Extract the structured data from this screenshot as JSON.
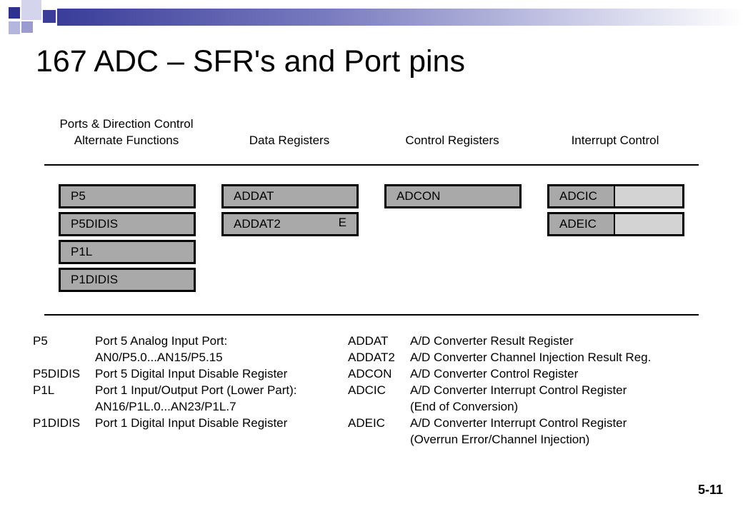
{
  "title": "167 ADC – SFR's and Port pins",
  "colors": {
    "bar": "#3a3d99",
    "register_fill": "#a9a9a9",
    "register_cell": "#d3d3d3"
  },
  "columns": {
    "ports_line1": "Ports & Direction Control",
    "ports_line2": "Alternate Functions",
    "data": "Data Registers",
    "control": "Control Registers",
    "interrupt": "Interrupt Control"
  },
  "registers": {
    "ports": [
      "P5",
      "P5DIDIS",
      "P1L",
      "P1DIDIS"
    ],
    "data": [
      "ADDAT",
      "ADDAT2"
    ],
    "data_tag": "E",
    "control": [
      "ADCON"
    ],
    "interrupt": [
      "ADCIC",
      "ADEIC"
    ]
  },
  "descriptions": {
    "left": [
      {
        "name": "P5",
        "text": "Port 5 Analog Input Port:"
      },
      {
        "name": "",
        "text": "AN0/P5.0...AN15/P5.15"
      },
      {
        "name": "P5DIDIS",
        "text": "Port 5 Digital Input Disable Register"
      },
      {
        "name": "P1L",
        "text": "Port 1 Input/Output Port (Lower Part):"
      },
      {
        "name": "",
        "text": "AN16/P1L.0...AN23/P1L.7"
      },
      {
        "name": "P1DIDIS",
        "text": "Port 1 Digital Input Disable Register"
      }
    ],
    "right": [
      {
        "name": "ADDAT",
        "text": "A/D Converter Result Register"
      },
      {
        "name": "ADDAT2",
        "text": "A/D Converter Channel Injection Result Reg."
      },
      {
        "name": "ADCON",
        "text": "A/D Converter Control Register"
      },
      {
        "name": "ADCIC",
        "text": "A/D Converter Interrupt Control Register"
      },
      {
        "name": "",
        "text": "(End of Conversion)"
      },
      {
        "name": "ADEIC",
        "text": "A/D Converter Interrupt Control Register"
      },
      {
        "name": "",
        "text": "(Overrun Error/Channel Injection)"
      }
    ]
  },
  "page_number": "5-11"
}
